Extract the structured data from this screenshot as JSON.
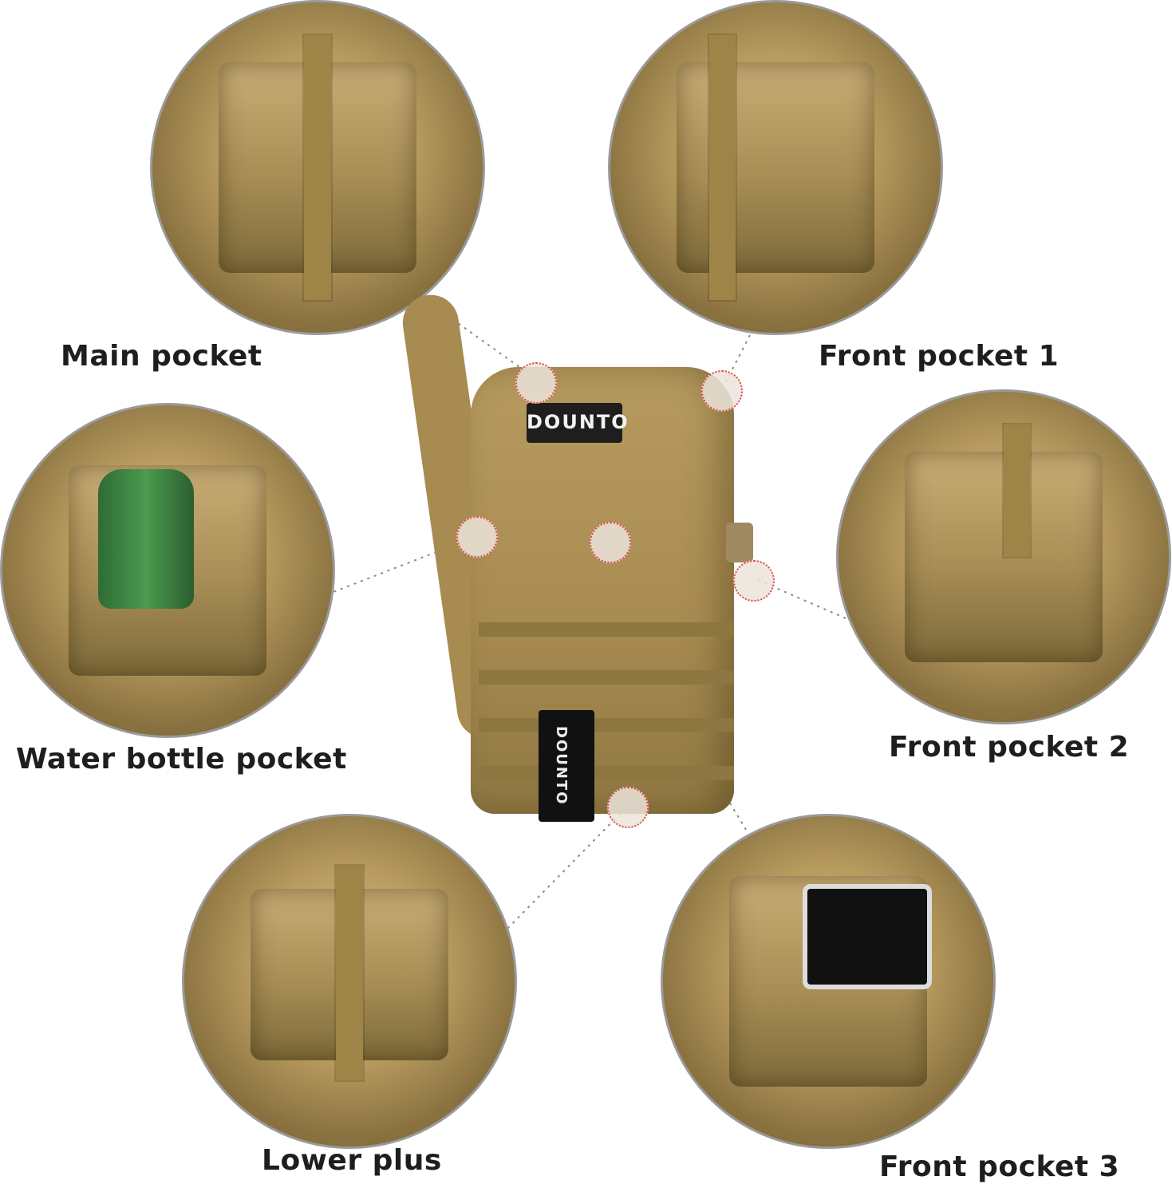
{
  "brand": "DOUNTO",
  "captions": {
    "main_pocket": "Main pocket",
    "front_pocket_1": "Front pocket 1",
    "water_bottle_pocket": "Water bottle pocket",
    "front_pocket_2": "Front pocket 2",
    "lower_plus": "Lower plus",
    "front_pocket_3": "Front pocket 3"
  },
  "colors": {
    "fabric": "#a98c52",
    "webbing": "#8d7640",
    "hotspot_dot": "#e34a4a",
    "caption_text": "#1e1e1e"
  }
}
